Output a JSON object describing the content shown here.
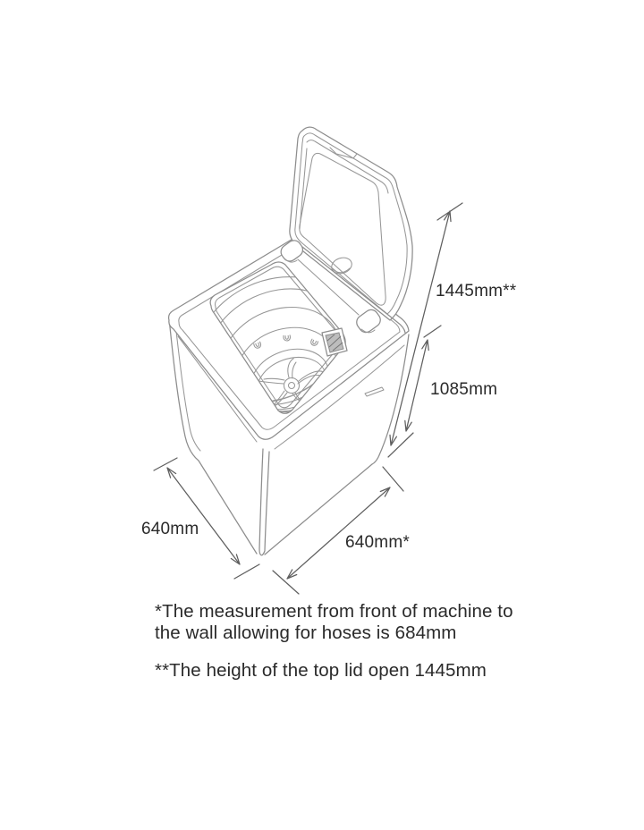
{
  "diagram": {
    "subject": "top-load-washing-machine-dimension-diagram",
    "labels": {
      "lid_open_height": "1445mm**",
      "machine_height": "1085mm",
      "depth": "640mm",
      "width": "640mm*"
    },
    "footnotes": {
      "asterisk_line1": "*The measurement from front of machine to",
      "asterisk_line2": "the wall allowing for hoses is 684mm",
      "double_asterisk": "**The height of the top lid open 1445mm"
    },
    "colors": {
      "background": "#ffffff",
      "artwork_line": "#8d8d8d",
      "dimension_line": "#5f5f5f",
      "text": "#2a2a2a",
      "dispenser_fill": "#bdbdbd"
    }
  }
}
